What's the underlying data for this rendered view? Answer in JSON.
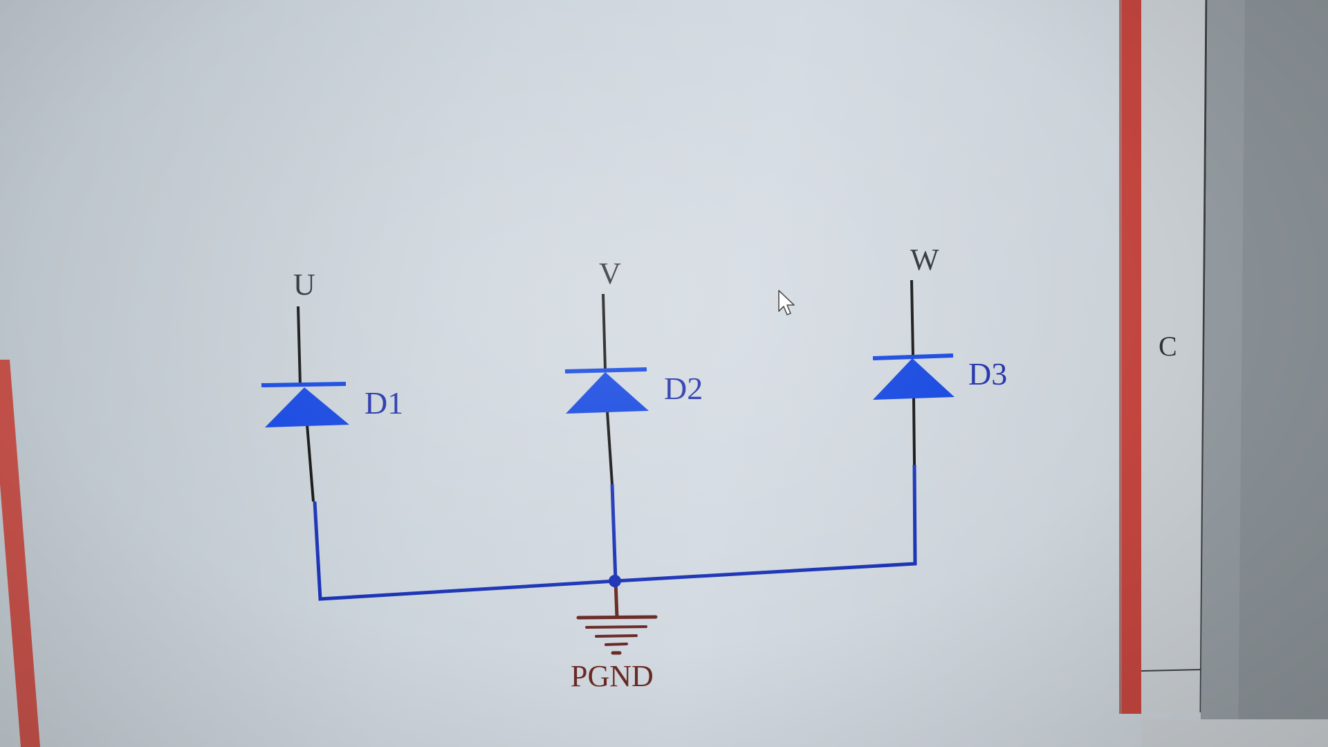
{
  "schematic": {
    "nets": {
      "u": "U",
      "v": "V",
      "w": "W"
    },
    "components": {
      "d1": "D1",
      "d2": "D2",
      "d3": "D3"
    },
    "power_port": "PGND"
  },
  "right_panel": {
    "letter": "C"
  },
  "colors": {
    "wire": "#1a33b5",
    "diode_fill": "#1144e0",
    "pin": "#111111",
    "ground": "#6a2a25",
    "border_red": "#c2453e"
  },
  "icons": {
    "cursor": "mouse-pointer-icon",
    "ground": "ground-symbol-icon"
  }
}
